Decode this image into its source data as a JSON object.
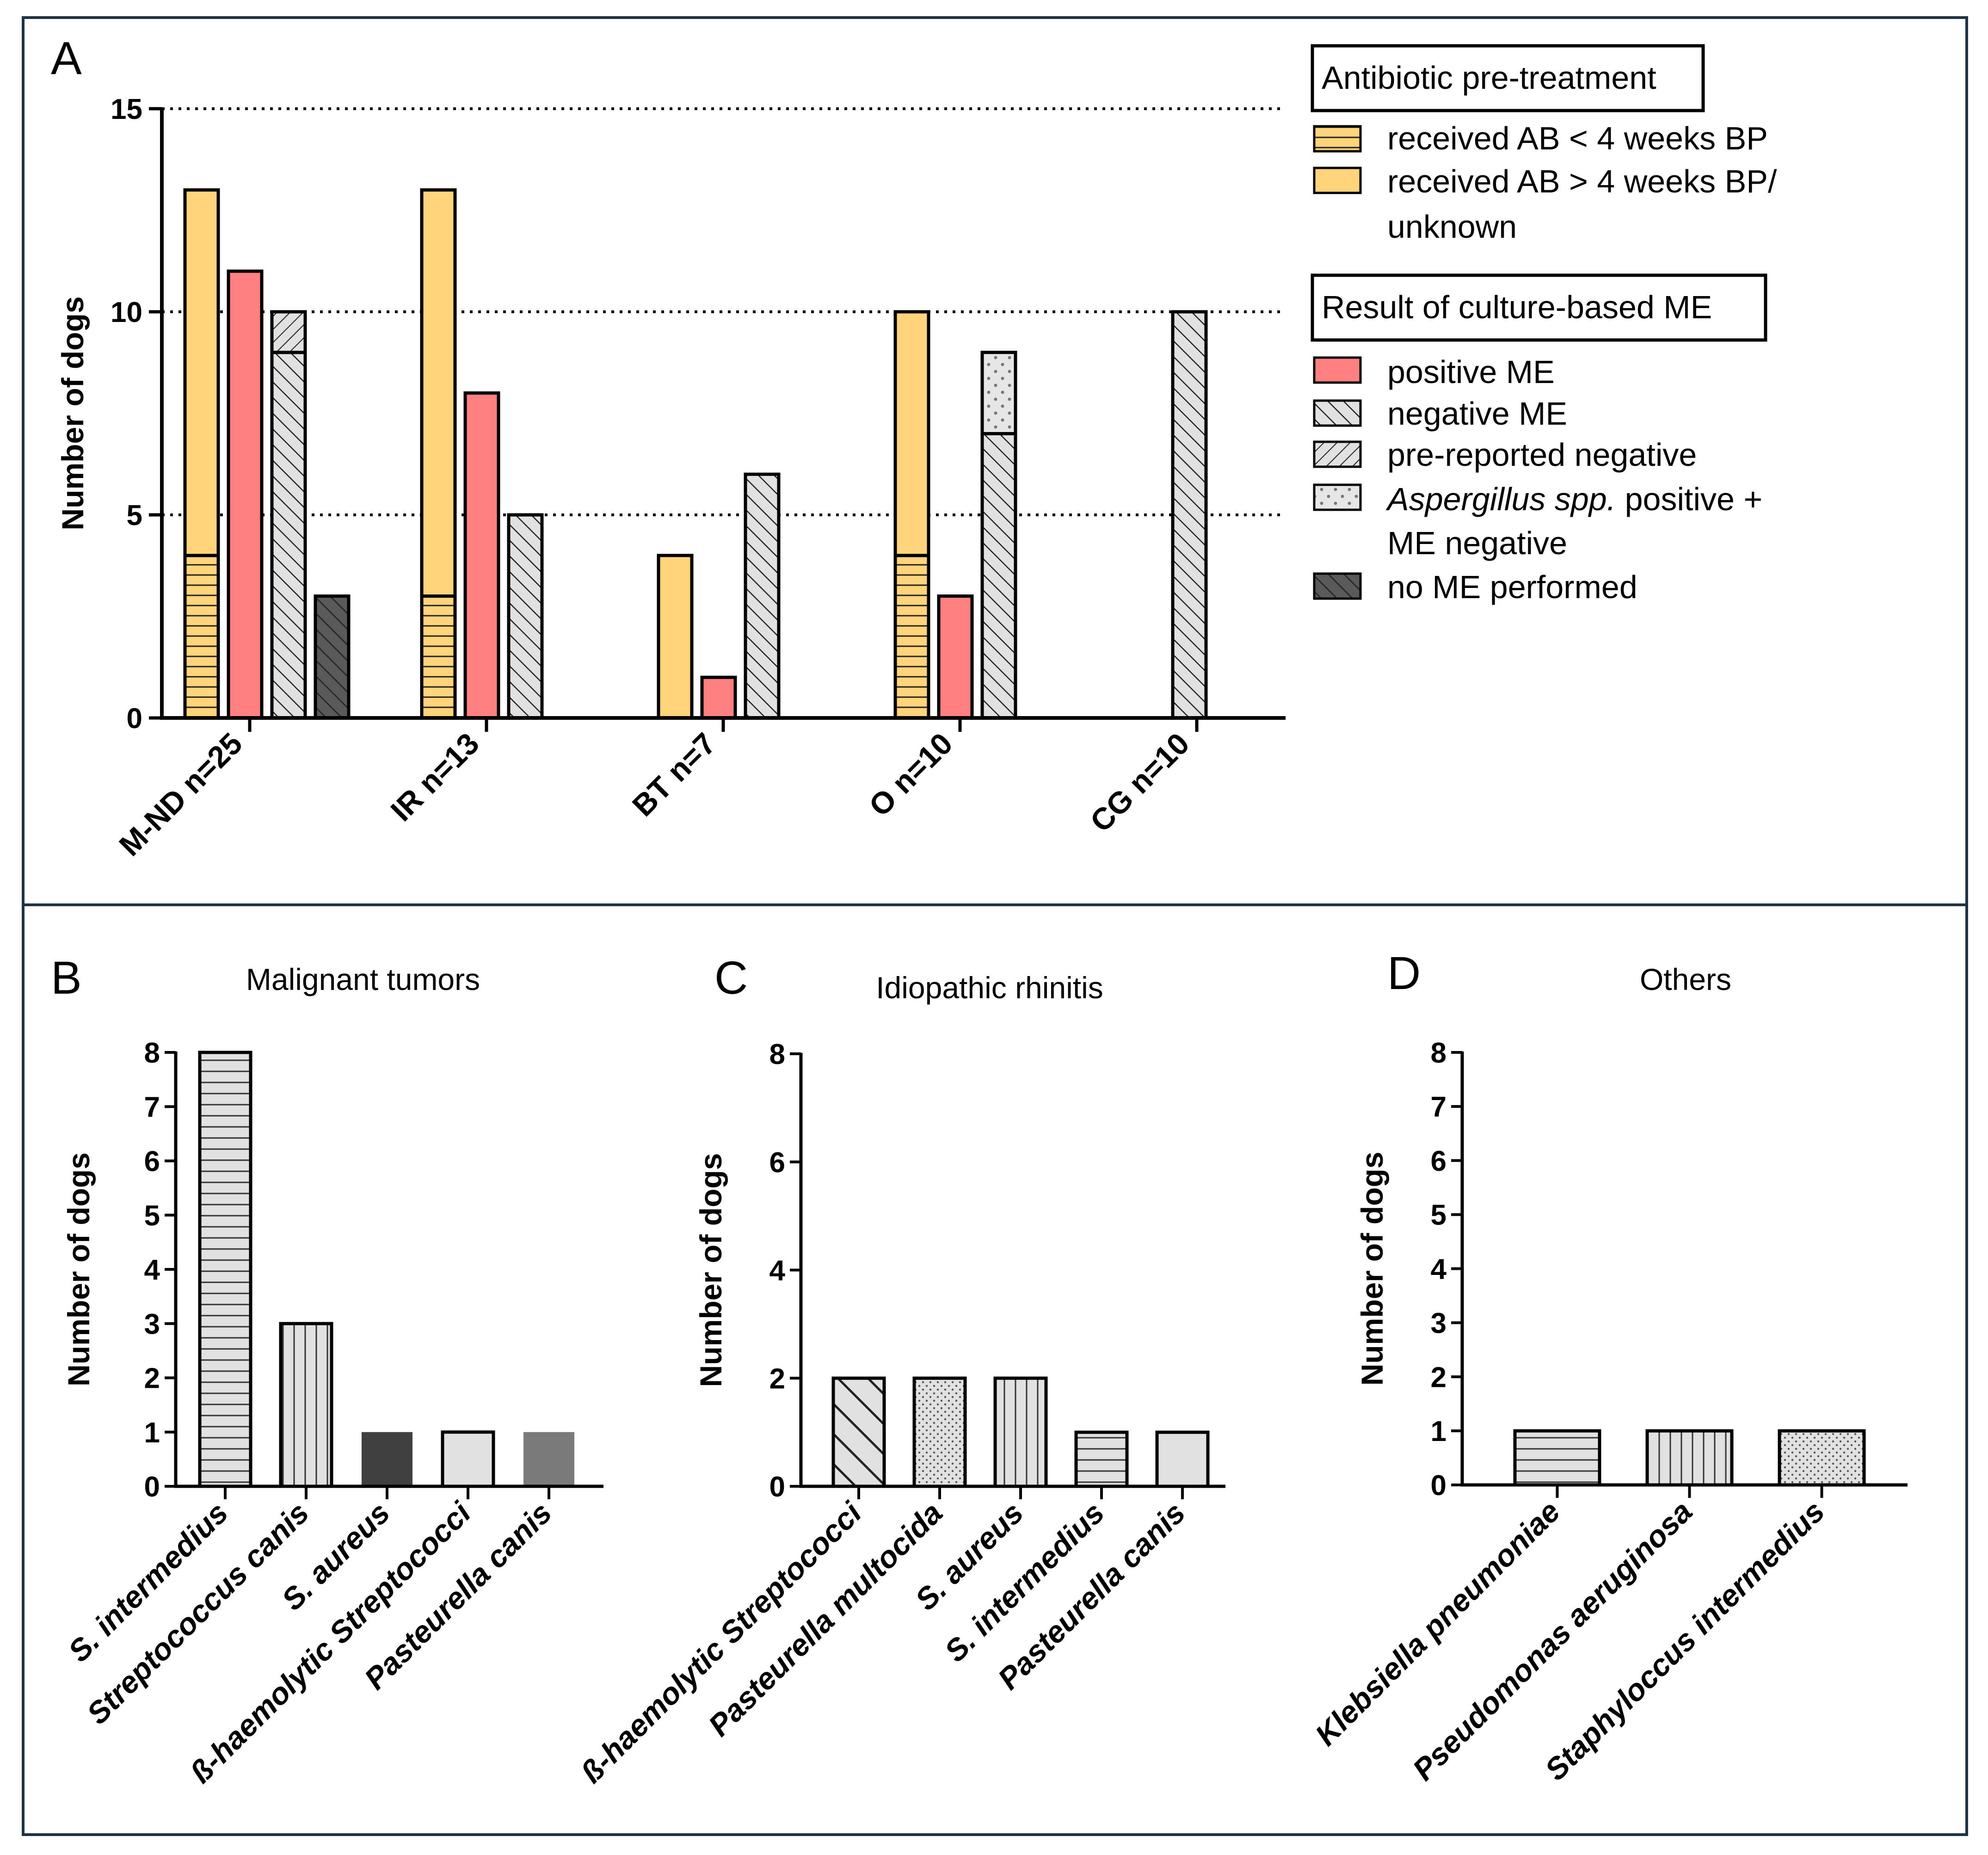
{
  "panels": {
    "A": {
      "letter": "A"
    },
    "B": {
      "letter": "B"
    },
    "C": {
      "letter": "C"
    },
    "D": {
      "letter": "D"
    }
  },
  "colors": {
    "yellow": "#FFD47A",
    "red": "#FF8080",
    "grey_light": "#E1E1E1",
    "grey_dark": "#404040",
    "grey_mid": "#7A7A7A",
    "frame": "#1E3344"
  },
  "legend": {
    "ab_title": "Antibiotic pre-treatment",
    "ab_items": [
      {
        "label": "received AB < 4 weeks BP",
        "pattern": "yellow-hstripe"
      },
      {
        "label_lines": [
          "received AB > 4 weeks BP/",
          "unknown"
        ],
        "pattern": "yellow"
      }
    ],
    "me_title": "Result of culture-based ME",
    "me_items": [
      {
        "label": "positive ME",
        "pattern": "red"
      },
      {
        "label": "negative ME",
        "pattern": "diag"
      },
      {
        "label": "pre-reported negative",
        "pattern": "diag-back"
      },
      {
        "label_italic": "Aspergillus spp.",
        "label_rest": " positive +",
        "label_line2": "ME negative",
        "pattern": "dots"
      },
      {
        "label": "no ME performed",
        "pattern": "dark-diag"
      }
    ]
  },
  "chart_data": [
    {
      "panel": "A",
      "type": "bar",
      "ylabel": "Number of dogs",
      "ylim": [
        0,
        15
      ],
      "yticks": [
        0,
        5,
        10,
        15
      ],
      "grid_dotted_at": [
        5,
        10,
        15
      ],
      "categories": [
        "M-ND n=25",
        "IR n=13",
        "BT n=7",
        "O n=10",
        "CG n=10"
      ],
      "groups": [
        {
          "category": "M-ND n=25",
          "bars": [
            {
              "kind": "antibiotic",
              "segments": [
                {
                  "pattern": "yellow-hstripe",
                  "value": 4
                },
                {
                  "pattern": "yellow",
                  "value": 9
                }
              ]
            },
            {
              "kind": "positive",
              "segments": [
                {
                  "pattern": "red",
                  "value": 11
                }
              ]
            },
            {
              "kind": "negative",
              "segments": [
                {
                  "pattern": "diag",
                  "value": 9
                },
                {
                  "pattern": "diag-back",
                  "value": 1
                }
              ]
            },
            {
              "kind": "none",
              "segments": [
                {
                  "pattern": "dark-diag",
                  "value": 3
                }
              ]
            }
          ]
        },
        {
          "category": "IR n=13",
          "bars": [
            {
              "kind": "antibiotic",
              "segments": [
                {
                  "pattern": "yellow-hstripe",
                  "value": 3
                },
                {
                  "pattern": "yellow",
                  "value": 10
                }
              ]
            },
            {
              "kind": "positive",
              "segments": [
                {
                  "pattern": "red",
                  "value": 8
                }
              ]
            },
            {
              "kind": "negative",
              "segments": [
                {
                  "pattern": "diag",
                  "value": 5
                }
              ]
            }
          ]
        },
        {
          "category": "BT n=7",
          "bars": [
            {
              "kind": "antibiotic",
              "segments": [
                {
                  "pattern": "yellow",
                  "value": 4
                }
              ]
            },
            {
              "kind": "positive",
              "segments": [
                {
                  "pattern": "red",
                  "value": 1
                }
              ]
            },
            {
              "kind": "negative",
              "segments": [
                {
                  "pattern": "diag",
                  "value": 6
                }
              ]
            }
          ]
        },
        {
          "category": "O n=10",
          "bars": [
            {
              "kind": "antibiotic",
              "segments": [
                {
                  "pattern": "yellow-hstripe",
                  "value": 4
                },
                {
                  "pattern": "yellow",
                  "value": 6
                }
              ]
            },
            {
              "kind": "positive",
              "segments": [
                {
                  "pattern": "red",
                  "value": 3
                }
              ]
            },
            {
              "kind": "negative",
              "segments": [
                {
                  "pattern": "diag",
                  "value": 7
                },
                {
                  "pattern": "dots",
                  "value": 2
                }
              ]
            }
          ]
        },
        {
          "category": "CG n=10",
          "bars": [
            {
              "kind": "negative",
              "segments": [
                {
                  "pattern": "diag",
                  "value": 10
                }
              ]
            }
          ]
        }
      ]
    },
    {
      "panel": "B",
      "type": "bar",
      "title": "Malignant tumors",
      "ylabel": "Number of dogs",
      "ylim": [
        0,
        8
      ],
      "yticks": [
        0,
        1,
        2,
        3,
        4,
        5,
        6,
        7,
        8
      ],
      "categories": [
        "S. intermedius",
        "Streptococcus canis",
        "S. aureus",
        "ß-haemolytic Streptococci",
        "Pasteurella canis"
      ],
      "values": [
        8,
        3,
        1,
        1,
        1
      ],
      "patterns": [
        "hstripe",
        "vstripe",
        "dark",
        "light",
        "mid"
      ]
    },
    {
      "panel": "C",
      "type": "bar",
      "title": "Idiopathic rhinitis",
      "ylabel": "Number of dogs",
      "ylim": [
        0,
        8
      ],
      "yticks": [
        0,
        2,
        4,
        6,
        8
      ],
      "categories": [
        "ß-haemolytic Streptococci",
        "Pasteurella multocida",
        "S. aureus",
        "S. intermedius",
        "Pasteurella canis"
      ],
      "values": [
        2,
        2,
        2,
        1,
        1
      ],
      "patterns": [
        "wide-diag",
        "fine-dots",
        "vstripe",
        "hstripe",
        "light"
      ]
    },
    {
      "panel": "D",
      "type": "bar",
      "title": "Others",
      "ylabel": "Number of dogs",
      "ylim": [
        0,
        8
      ],
      "yticks": [
        0,
        1,
        2,
        3,
        4,
        5,
        6,
        7,
        8
      ],
      "categories": [
        "Klebsiella pneumoniae",
        "Pseudomonas aeruginosa",
        "Staphyloccus intermedius"
      ],
      "values": [
        1,
        1,
        1
      ],
      "patterns": [
        "hstripe",
        "vstripe",
        "fine-dots"
      ]
    }
  ]
}
